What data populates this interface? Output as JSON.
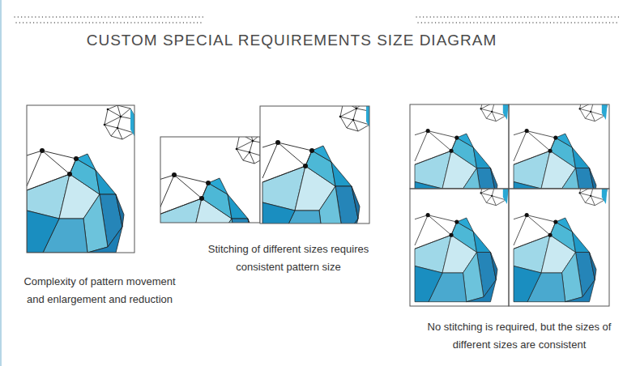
{
  "diagram": {
    "title": "CUSTOM SPECIAL REQUIREMENTS SIZE DIAGRAM",
    "labels": [
      "Complexity of pattern movement and enlargement and reduction",
      "Stitching of different sizes requires consistent pattern size",
      "No stitching is required, but the sizes of different sizes are consistent"
    ]
  }
}
